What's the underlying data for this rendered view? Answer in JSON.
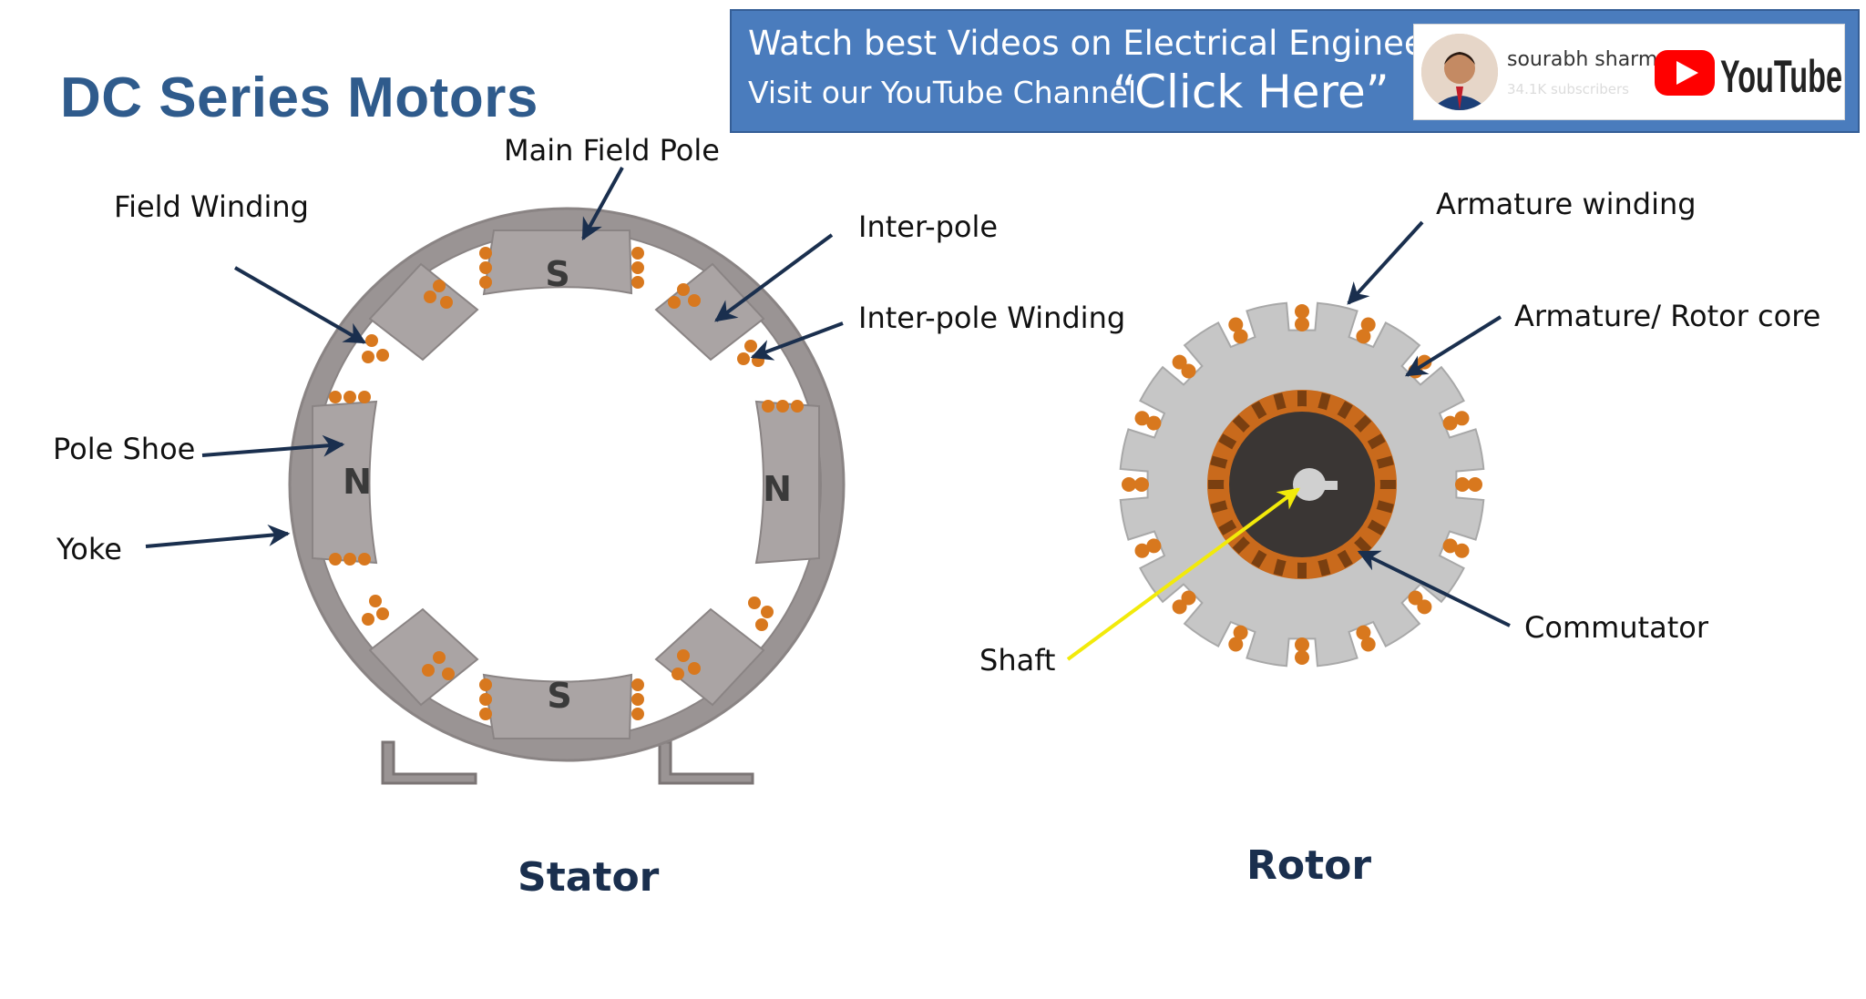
{
  "title": "DC Series Motors",
  "banner": {
    "line1": "Watch best Videos on Electrical Engineering",
    "line2": "Visit our YouTube Channel",
    "cta": "“Click Here”",
    "channel_name": "sourabh sharma",
    "channel_subs": "34.1K subscribers",
    "youtube_wordmark": "YouTube",
    "accent_color": "#4a7cbd",
    "youtube_red": "#ff0000"
  },
  "stator": {
    "caption": "Stator",
    "pole_letters": [
      "S",
      "N",
      "N",
      "S"
    ],
    "labels": {
      "main_field_pole": "Main Field Pole",
      "field_winding": "Field Winding",
      "inter_pole": "Inter-pole",
      "inter_pole_winding": "Inter-pole Winding",
      "pole_shoe": "Pole Shoe",
      "yoke": "Yoke"
    }
  },
  "rotor": {
    "caption": "Rotor",
    "labels": {
      "armature_winding": "Armature winding",
      "armature_core": "Armature/ Rotor core",
      "commutator": "Commutator",
      "shaft": "Shaft"
    }
  },
  "colors": {
    "title": "#2f5b8c",
    "arrow": "#1a2f4e",
    "shaft_arrow": "#f2ea0a",
    "yoke": "#9a9494",
    "pole": "#aaa4a4",
    "copper": "#d8781e",
    "rotor_core": "#c6c6c6",
    "commutator": "#c96a1c"
  }
}
